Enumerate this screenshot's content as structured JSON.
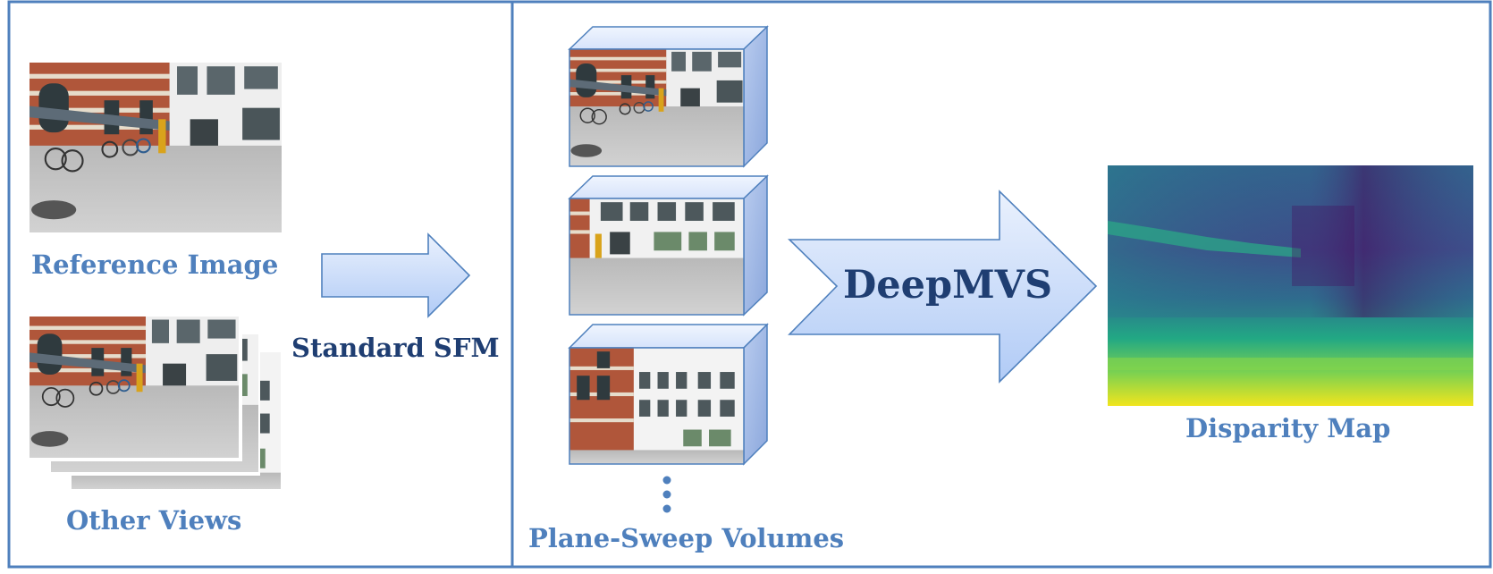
{
  "labels": {
    "reference_image": "Reference Image",
    "other_views": "Other Views",
    "standard_sfm": "Standard SFM",
    "plane_sweep_volumes": "Plane-Sweep Volumes",
    "deepmvs": "DeepMVS",
    "disparity_map": "Disparity Map"
  },
  "colors": {
    "frame": "#4f80bd",
    "label_light": "#4f80bd",
    "label_dark": "#1f3e72",
    "arrow_fill_top": "#e8f0fd",
    "arrow_fill_bottom": "#b4cdf6",
    "arrow_stroke": "#4f80bd"
  },
  "icons": {
    "ellipsis": "vertical-ellipsis-icon"
  }
}
